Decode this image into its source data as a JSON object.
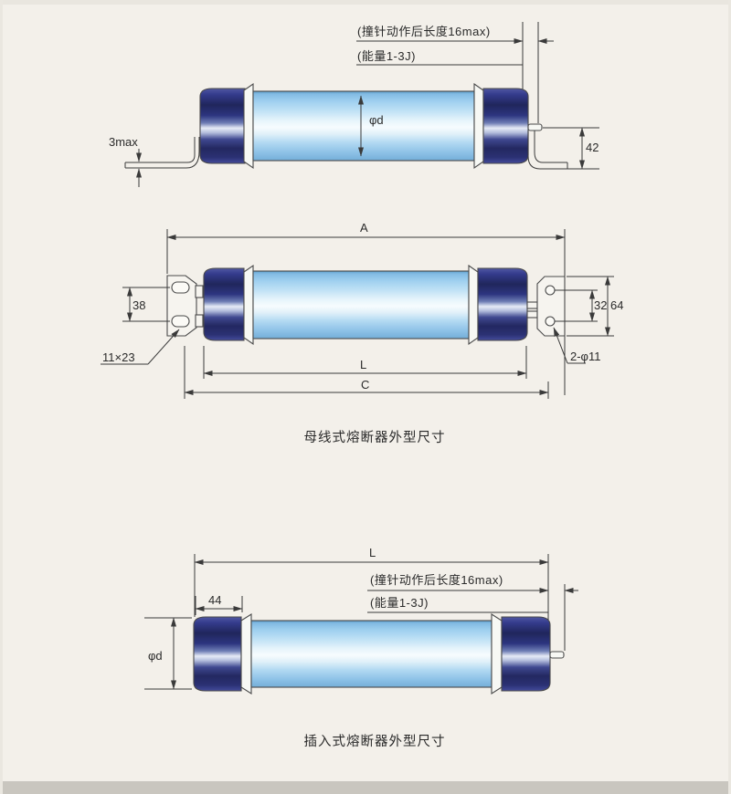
{
  "side_view": {
    "striker_note": "(撞针动作后长度16max)",
    "energy_note": "(能量1-3J)",
    "bracket_thickness": "3max",
    "tube_diameter": "φd",
    "terminal_height": "42"
  },
  "busbar_view": {
    "overall_width": "A",
    "slot_spacing": "38",
    "slot_size": "11×23",
    "hole_spacing": "32",
    "plate_height": "64",
    "hole_spec": "2-φ11",
    "body_length": "L",
    "overall_length": "C",
    "caption": "母线式熔断器外型尺寸"
  },
  "plugin_view": {
    "overall_length": "L",
    "striker_note": "(撞针动作后长度16max)",
    "energy_note": "(能量1-3J)",
    "cap_length": "44",
    "tube_diameter": "φd",
    "caption": "插入式熔断器外型尺寸"
  },
  "colors": {
    "paper": "#f3f0ea",
    "line": "#3a3a3a",
    "cap_blue_dark": "#20265c",
    "cap_highlight": "#e6ebf6",
    "tube_blue": "#9ecfef",
    "tube_highlight": "#f7fcfe"
  }
}
